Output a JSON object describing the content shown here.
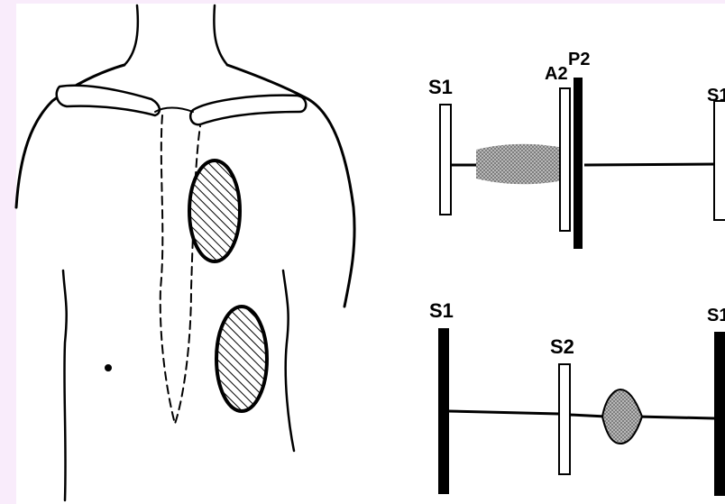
{
  "colors": {
    "background": "#f9ecfb",
    "panel": "#ffffff",
    "ink": "#000000",
    "murmur_fill": "#9a9a9a"
  },
  "left_figure": {
    "subject": "chest-outline",
    "auscultation_areas": [
      {
        "pattern": "diagonal-hatch",
        "position": "upper-left-sternal-border"
      },
      {
        "pattern": "diagonal-hatch",
        "position": "lower-left-sternal-border"
      }
    ]
  },
  "diagrams": {
    "top": {
      "labels": {
        "s1_left": "S1",
        "a2": "A2",
        "p2": "P2",
        "s1_right": "S1"
      },
      "murmur_pattern": "stippled-ejection"
    },
    "bottom": {
      "labels": {
        "s1_left": "S1",
        "s2": "S2",
        "s1_right": "S1"
      },
      "murmur_pattern": "stippled-diamond"
    }
  }
}
